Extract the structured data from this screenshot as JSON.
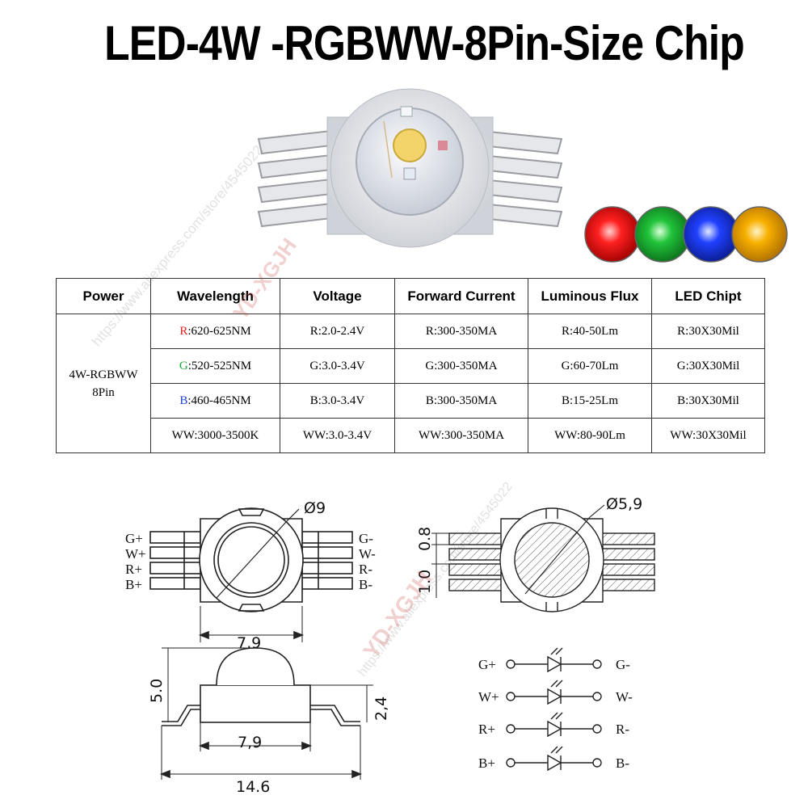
{
  "title": "LED-4W -RGBWW-8Pin-Size Chip",
  "colors": {
    "red": "#e02020",
    "green": "#1ea63a",
    "blue": "#1e3fd0",
    "amber": "#f2a400",
    "led_white": "#eef0f3"
  },
  "table": {
    "headers": [
      "Power",
      "Wavelength",
      "Voltage",
      "Forward Current",
      "Luminous Flux",
      "LED Chipt"
    ],
    "power_line1": "4W-RGBWW",
    "power_line2": "8Pin",
    "rows": [
      {
        "prefix": "R",
        "prefix_color": "#e02020",
        "wavelength": ":620-625NM",
        "voltage": "R:2.0-2.4V",
        "current": "R:300-350MA",
        "flux": "R:40-50Lm",
        "chip": "R:30X30Mil"
      },
      {
        "prefix": "G",
        "prefix_color": "#1ea63a",
        "wavelength": ":520-525NM",
        "voltage": "G:3.0-3.4V",
        "current": "G:300-350MA",
        "flux": "G:60-70Lm",
        "chip": "G:30X30Mil"
      },
      {
        "prefix": "B",
        "prefix_color": "#1e3fd0",
        "wavelength": ":460-465NM",
        "voltage": "B:3.0-3.4V",
        "current": "B:300-350MA",
        "flux": "B:15-25Lm",
        "chip": "B:30X30Mil"
      },
      {
        "prefix": "",
        "prefix_color": "#000000",
        "wavelength": "WW:3000-3500K",
        "voltage": "WW:3.0-3.4V",
        "current": "WW:300-350MA",
        "flux": "WW:80-90Lm",
        "chip": "WW:30X30Mil"
      }
    ]
  },
  "drawing": {
    "top_left": {
      "diameter": "Ø9",
      "width": "7,9",
      "pins_left": [
        "G+",
        "W+",
        "R+",
        "B+"
      ],
      "pins_right": [
        "G-",
        "W-",
        "R-",
        "B-"
      ]
    },
    "top_right": {
      "diameter": "Ø5,9",
      "pitch": "0.8",
      "pad": "1.0"
    },
    "side": {
      "height": "5.0",
      "base_height": "2,4",
      "body_width": "7,9",
      "total_width": "14.6"
    },
    "schematic": {
      "pins_left": [
        "G+",
        "W+",
        "R+",
        "B+"
      ],
      "pins_right": [
        "G-",
        "W-",
        "R-",
        "B-"
      ]
    }
  },
  "watermark": {
    "brand": "YD-XGJH",
    "url": "https://www.aliexpress.com/store/4545022"
  }
}
